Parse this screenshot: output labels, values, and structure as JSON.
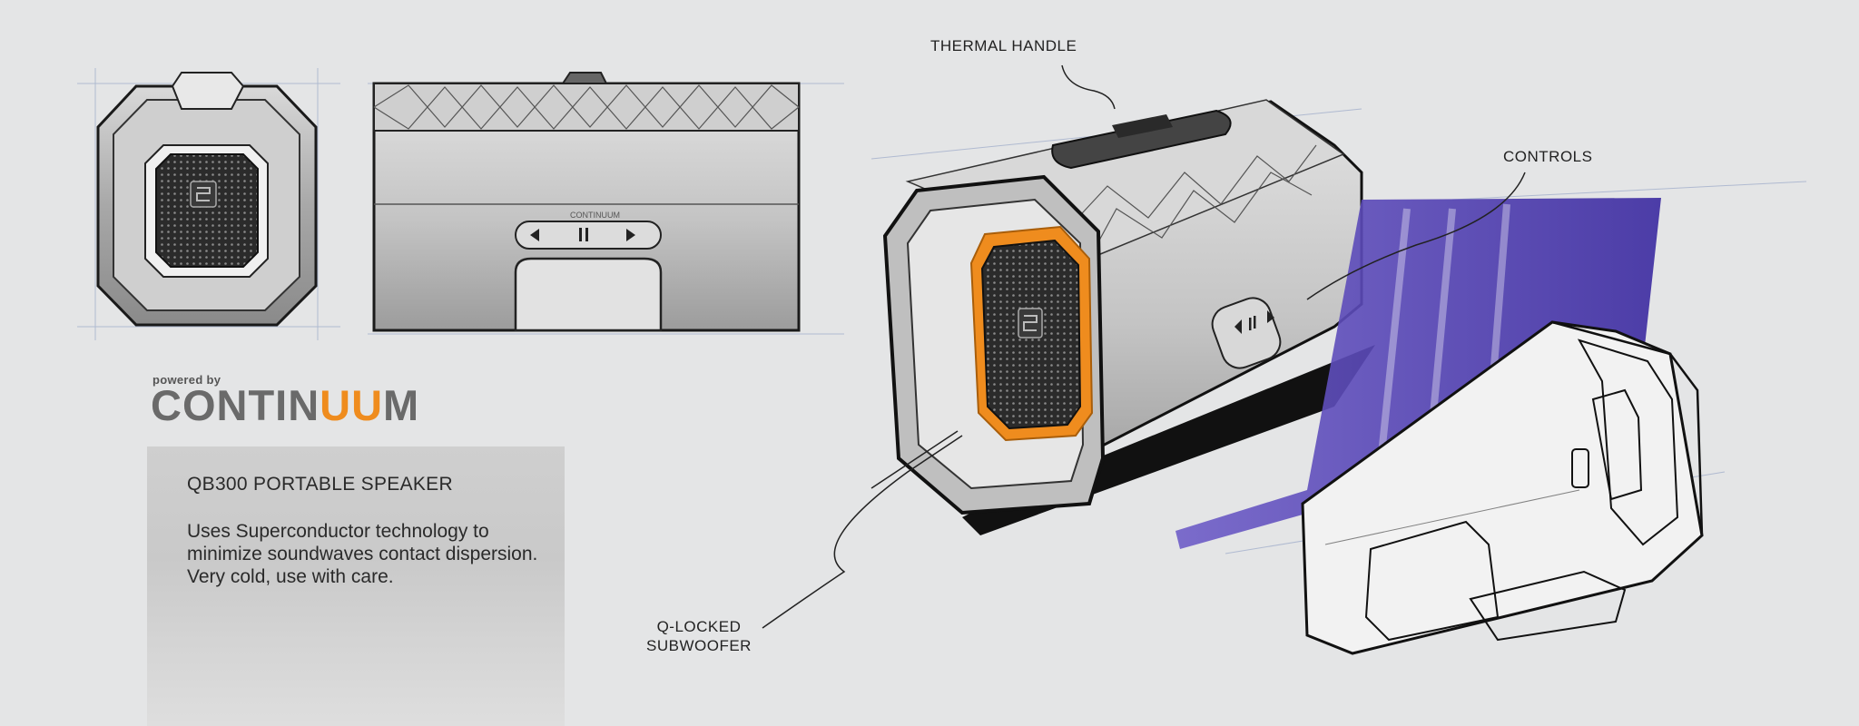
{
  "logo": {
    "powered_by": "powered by",
    "brand_pre": "CONTIN",
    "brand_accent": "UU",
    "brand_post": "M"
  },
  "product": {
    "title": "QB300 PORTABLE SPEAKER",
    "description": "Uses Superconductor technology to minimize soundwaves contact dispersion. Very cold, use with care."
  },
  "callouts": {
    "thermal_handle": "THERMAL HANDLE",
    "controls": "CONTROLS",
    "subwoofer_line1": "Q-LOCKED",
    "subwoofer_line2": "SUBWOOFER"
  },
  "controls_icons": [
    "rewind-icon",
    "pause-icon",
    "play-icon"
  ],
  "colors": {
    "background": "#e4e5e6",
    "accent_orange": "#ef8c1e",
    "purple_marker": "#4a36a8",
    "body_grey": "#b9b9b9",
    "outline": "#1a1a1a"
  }
}
